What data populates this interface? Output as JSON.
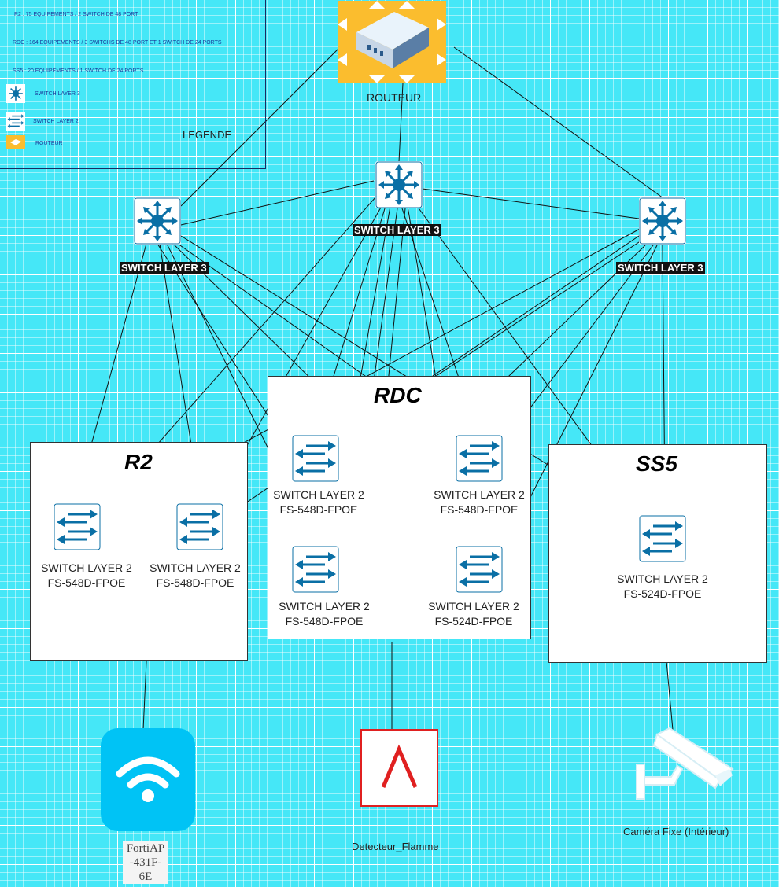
{
  "legend": {
    "lines": [
      "R2 : 75 EQUIPEMENTS / 2 SWITCH DE 48 PORT",
      "RDC : 164 EQUIPEMENTS / 3 SWITCHS DE 48 PORT ET 1 SWITCH DE 24 PORTS",
      "SS5 : 20 EQUIPEMENTS / 1 SWITCH DE 24 PORTS"
    ],
    "items": [
      {
        "label": "SWITCH LAYER 3",
        "icon": "layer3-switch-icon"
      },
      {
        "label": "SWITCH LAYER 2",
        "icon": "layer2-switch-icon"
      },
      {
        "label": "ROUTEUR",
        "icon": "router-icon"
      }
    ],
    "title": "LEGENDE"
  },
  "router": {
    "label": "ROUTEUR",
    "color": "#fbbd2e"
  },
  "core_switches": [
    {
      "label": "SWITCH LAYER 3"
    },
    {
      "label": "SWITCH LAYER 3"
    },
    {
      "label": "SWITCH LAYER 3"
    }
  ],
  "zones": {
    "r2": {
      "title": "R2",
      "switches": [
        {
          "name": "SWITCH LAYER 2",
          "model": "FS-548D-FPOE"
        },
        {
          "name": "SWITCH LAYER 2",
          "model": "FS-548D-FPOE"
        }
      ]
    },
    "rdc": {
      "title": "RDC",
      "switches": [
        {
          "name": "SWITCH LAYER 2",
          "model": "FS-548D-FPOE"
        },
        {
          "name": "SWITCH LAYER 2",
          "model": "FS-548D-FPOE"
        },
        {
          "name": "SWITCH LAYER 2",
          "model": "FS-548D-FPOE"
        },
        {
          "name": "SWITCH LAYER 2",
          "model": "FS-524D-FPOE"
        }
      ]
    },
    "ss5": {
      "title": "SS5",
      "switches": [
        {
          "name": "SWITCH LAYER 2",
          "model": "FS-524D-FPOE"
        }
      ]
    }
  },
  "endpoints": {
    "access_point": {
      "label": "FortiAP -431F- 6E",
      "color": "#00c3f5"
    },
    "flame_detector": {
      "label": "Detecteur_Flamme",
      "color": "#e02020"
    },
    "camera": {
      "label": "Caméra Fixe (Intérieur)"
    }
  },
  "colors": {
    "switch_icon": "#0a6fa5",
    "background": "#45e7f7"
  }
}
